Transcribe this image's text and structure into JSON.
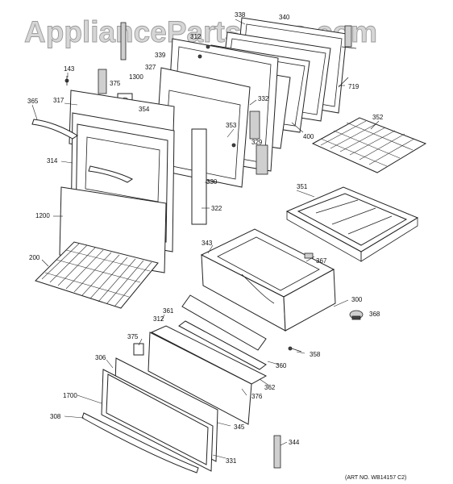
{
  "watermark": "AppliancePartsPros.com",
  "art_number": "(ART NO. WB14157 C2)",
  "labels": [
    "143",
    "317",
    "365",
    "375",
    "354",
    "327",
    "1300",
    "339",
    "312",
    "338",
    "340",
    "719",
    "332",
    "353",
    "329",
    "352",
    "400",
    "314",
    "330",
    "351",
    "322",
    "1200",
    "343",
    "367",
    "200",
    "300",
    "368",
    "361",
    "312",
    "360",
    "375",
    "358",
    "306",
    "362",
    "376",
    "1700",
    "345",
    "308",
    "344",
    "331"
  ]
}
